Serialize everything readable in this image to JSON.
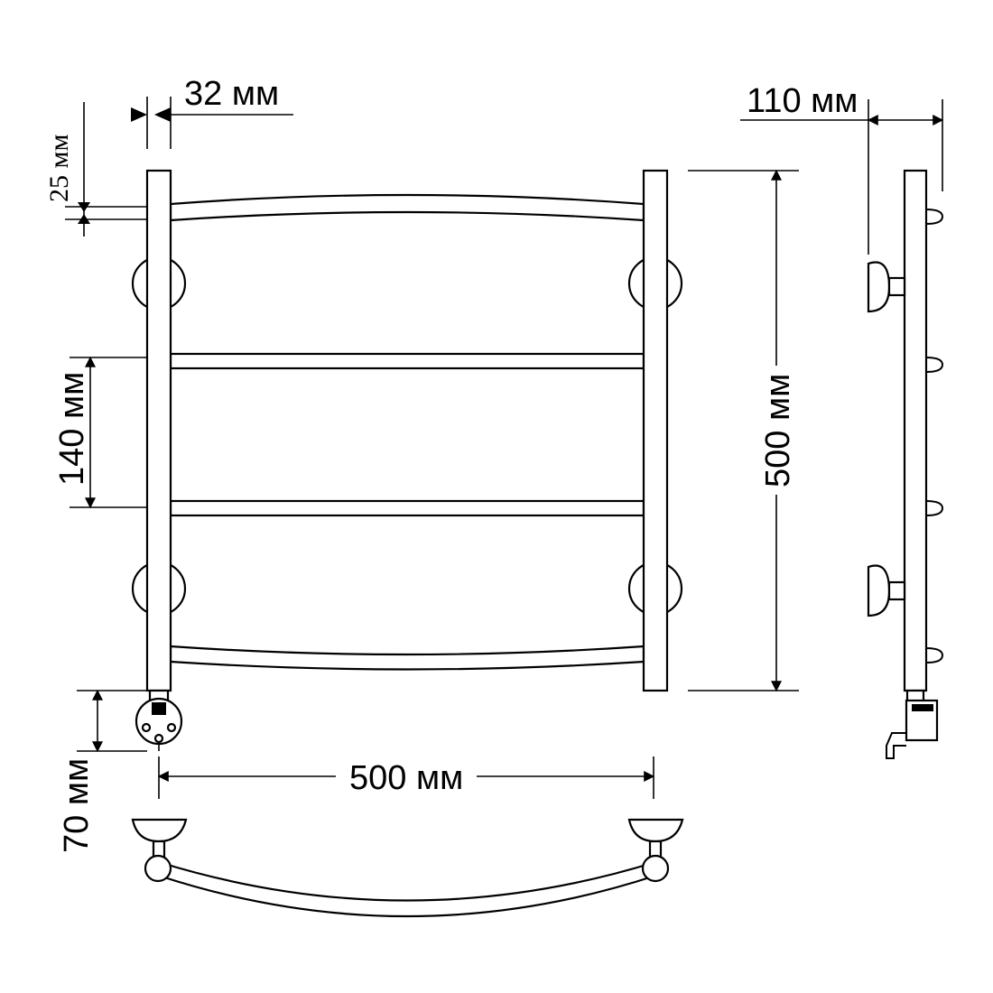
{
  "dimensions": {
    "tube_diameter": "32 мм",
    "top_offset": "25 мм",
    "rung_spacing": "140 мм",
    "height": "500 мм",
    "width": "500 мм",
    "heater_height": "70 мм",
    "wall_depth": "110 мм"
  },
  "colors": {
    "line": "#000000",
    "background": "#ffffff"
  }
}
